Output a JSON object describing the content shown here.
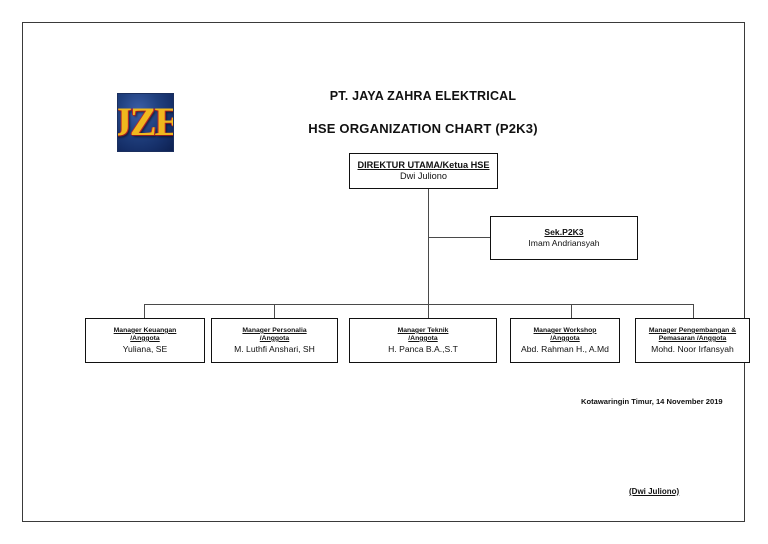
{
  "document": {
    "logo_text": "JZE",
    "logo_colors": {
      "background": "#20407e",
      "letters": "#f0b81e",
      "outline": "#b8292b"
    },
    "title_company": "PT. JAYA ZAHRA ELEKTRICAL",
    "title_chart": "HSE ORGANIZATION CHART (P2K3)"
  },
  "chart_data": {
    "type": "diagram",
    "title": "HSE ORGANIZATION CHART (P2K3)",
    "root": {
      "role": "DIREKTUR UTAMA/Ketua HSE",
      "person": "Dwi Juliono"
    },
    "staff": {
      "role": "Sek.P2K3",
      "person": "Imam Andriansyah"
    },
    "managers": [
      {
        "role_line_1": "Manager Keuangan",
        "role_line_2": "/Anggota",
        "person": "Yuliana, SE"
      },
      {
        "role_line_1": "Manager Personalia",
        "role_line_2": "/Anggota",
        "person": "M. Luthfi Anshari, SH"
      },
      {
        "role_line_1": "Manager Teknik",
        "role_line_2": "/Anggota",
        "person": "H. Panca B.A.,S.T"
      },
      {
        "role_line_1": "Manager Workshop",
        "role_line_2": "/Anggota",
        "person": "Abd. Rahman H., A.Md"
      },
      {
        "role_line_1": "Manager Pengembangan &",
        "role_line_2": "Pemasaran /Anggota",
        "person": "Mohd. Noor Irfansyah"
      }
    ]
  },
  "footer": {
    "place_date": "Kotawaringin Timur, 14 November 2019",
    "signature_name": "(Dwi Juliono)"
  }
}
